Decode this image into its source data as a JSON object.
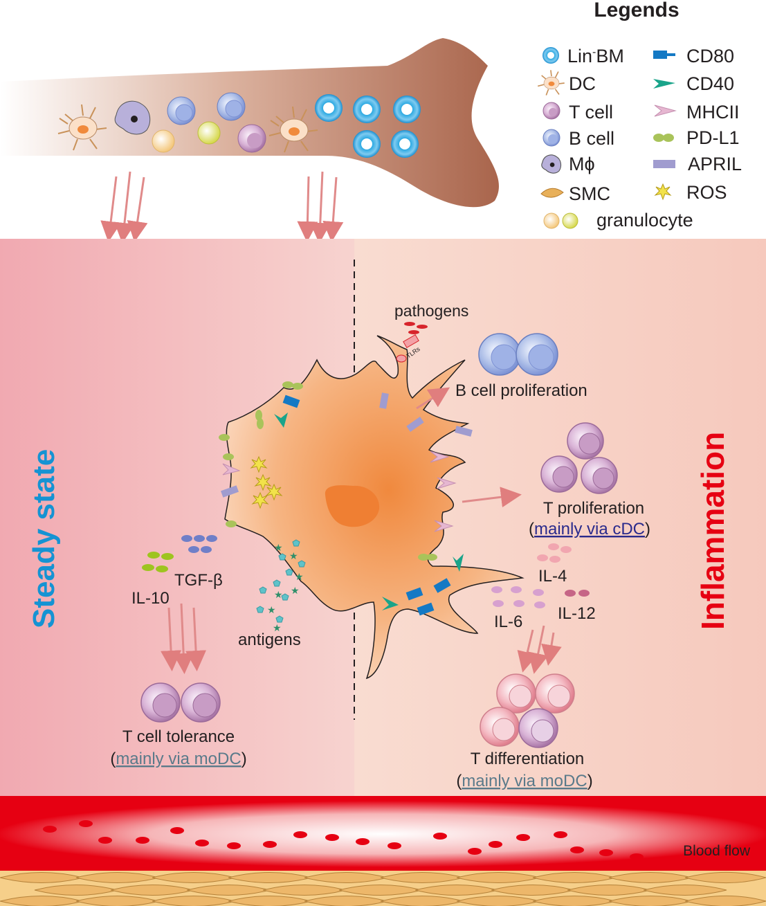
{
  "legend": {
    "title": "Legends",
    "items": {
      "lin_bm": "BM",
      "lin_prefix": "Lin",
      "lin_sup": "-",
      "dc": "DC",
      "t_cell": "T cell",
      "b_cell": "B cell",
      "macrophage": "Mϕ",
      "smc": "SMC",
      "granulocyte": "granulocyte",
      "cd80": "CD80",
      "cd40": "CD40",
      "mhcii": "MHCII",
      "pdl1": "PD-L1",
      "april": "APRIL",
      "ros": "ROS"
    }
  },
  "panels": {
    "steady_state": "Steady state",
    "inflammation": "Inflammation"
  },
  "labels": {
    "pathogens": "pathogens",
    "tlrs": "TLRs",
    "b_cell_proliferation": "B cell proliferation",
    "t_proliferation": "T proliferation",
    "mainly_via_cdc": "mainly via cDC",
    "il4": "IL-4",
    "il6": "IL-6",
    "il12": "IL-12",
    "t_differentiation": "T differentiation",
    "mainly_via_modc_right": "mainly via moDC",
    "tgf_beta": "TGF-β",
    "il10": "IL-10",
    "antigens": "antigens",
    "t_cell_tolerance": "T cell tolerance",
    "mainly_via_modc_left": "mainly via moDC",
    "paren_open": "(",
    "paren_close": ")",
    "blood_flow": "Blood flow"
  },
  "colors": {
    "steady_bg": "#f1a9b1",
    "inflam_bg": "#f7cfc3",
    "dc_body": "#f39a5a",
    "bone": "#b16e57",
    "blood": "#e60012",
    "steady_text": "#1593d3",
    "inflam_text": "#e60012",
    "link": "#2a2a8c"
  }
}
